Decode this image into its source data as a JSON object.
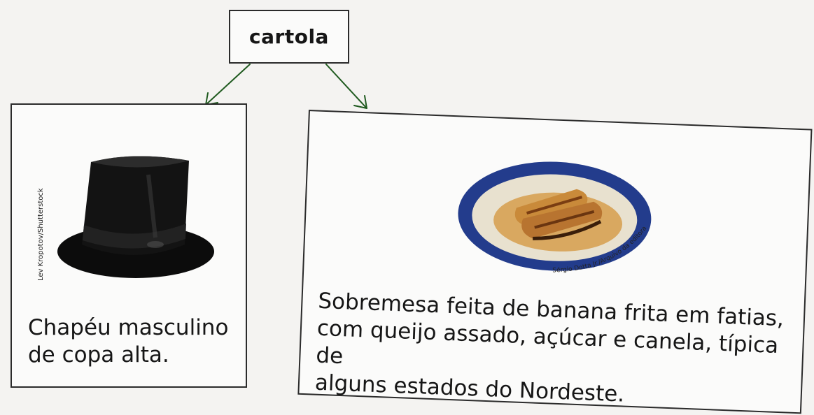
{
  "term": "cartola",
  "meanings": [
    {
      "image": "top-hat-photo",
      "credit": "Lev Kropotov/Shutterstock",
      "description_lines": [
        "Chapéu masculino",
        "de copa alta."
      ]
    },
    {
      "image": "fried-banana-dessert-photo",
      "credit": "Sérgio Dotta Jr./Arquivo da editora",
      "description_lines": [
        "Sobremesa feita de banana frita em fatias,",
        "com queijo assado, açúcar e canela, típica de",
        "alguns estados do Nordeste."
      ]
    }
  ],
  "colors": {
    "arrow": "#1f5a1f",
    "border": "#2b2b2b",
    "plate_rim": "#233c8c",
    "background": "#f4f3f1"
  }
}
